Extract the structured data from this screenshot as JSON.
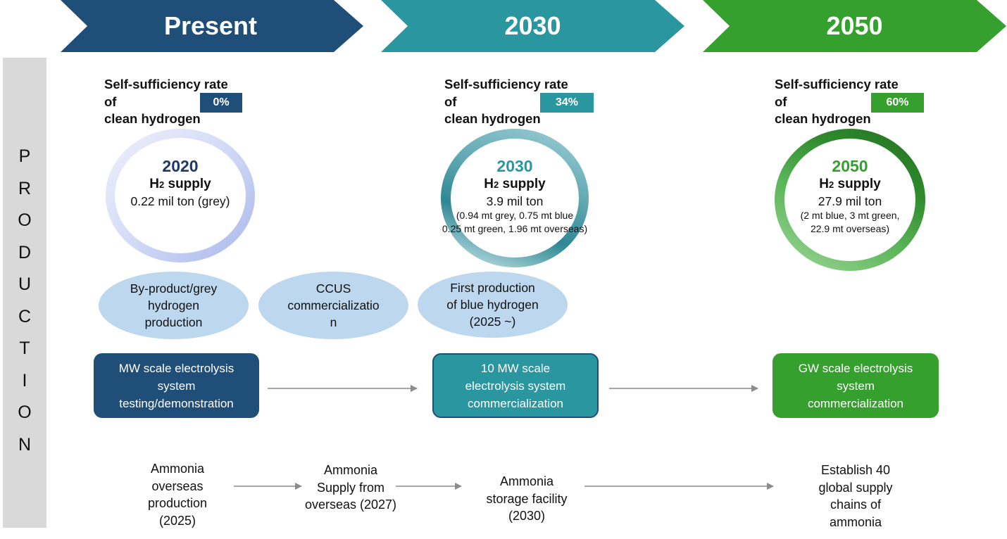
{
  "phases": [
    {
      "label": "Present",
      "color": "#1f4e79"
    },
    {
      "label": "2030",
      "color": "#2a96a0"
    },
    {
      "label": "2050",
      "color": "#36a02e"
    }
  ],
  "sidebar_label": "PRODUCTION",
  "rate_label_lines": [
    "Self-sufficiency rate",
    "of",
    "clean hydrogen"
  ],
  "rates": [
    "0%",
    "34%",
    "60%"
  ],
  "rings": [
    {
      "year": "2020",
      "supply_prefix": "H",
      "supply_sub": "2",
      "supply_suffix": " supply",
      "amount": "0.22 mil ton (grey)",
      "detail": []
    },
    {
      "year": "2030",
      "supply_prefix": "H",
      "supply_sub": "2",
      "supply_suffix": " supply",
      "amount": "3.9 mil ton",
      "detail": [
        "(0.94 mt grey, 0.75 mt blue",
        "0.25 mt green, 1.96 mt overseas)"
      ]
    },
    {
      "year": "2050",
      "supply_prefix": "H",
      "supply_sub": "2",
      "supply_suffix": " supply",
      "amount": "27.9 mil ton",
      "detail": [
        "(2 mt blue, 3 mt green,",
        "22.9 mt overseas)"
      ]
    }
  ],
  "ovals": [
    [
      "By-product/grey",
      "hydrogen",
      "production"
    ],
    [
      "CCUS",
      "commercializatio",
      "n"
    ],
    [
      "First production",
      "of blue hydrogen",
      "(2025 ~)"
    ]
  ],
  "electrolysis": [
    [
      "MW scale electrolysis",
      "system",
      "testing/demonstration"
    ],
    [
      "10 MW scale",
      "electrolysis system",
      "commercialization"
    ],
    [
      "GW scale electrolysis",
      "system",
      "commercialization"
    ]
  ],
  "ammonia": [
    [
      "Ammonia",
      "overseas",
      "production",
      "(2025)"
    ],
    [
      "Ammonia",
      "Supply from",
      "overseas (2027)"
    ],
    [
      "Ammonia",
      "storage facility",
      "(2030)"
    ],
    [
      "Establish 40",
      "global supply",
      "chains of",
      "ammonia"
    ]
  ],
  "colors": {
    "navy": "#1f4e79",
    "teal": "#2a96a0",
    "green": "#36a02e",
    "oval": "#bdd7ee",
    "sidebar": "#d9d9d9",
    "arrow": "#8c8c8c"
  }
}
